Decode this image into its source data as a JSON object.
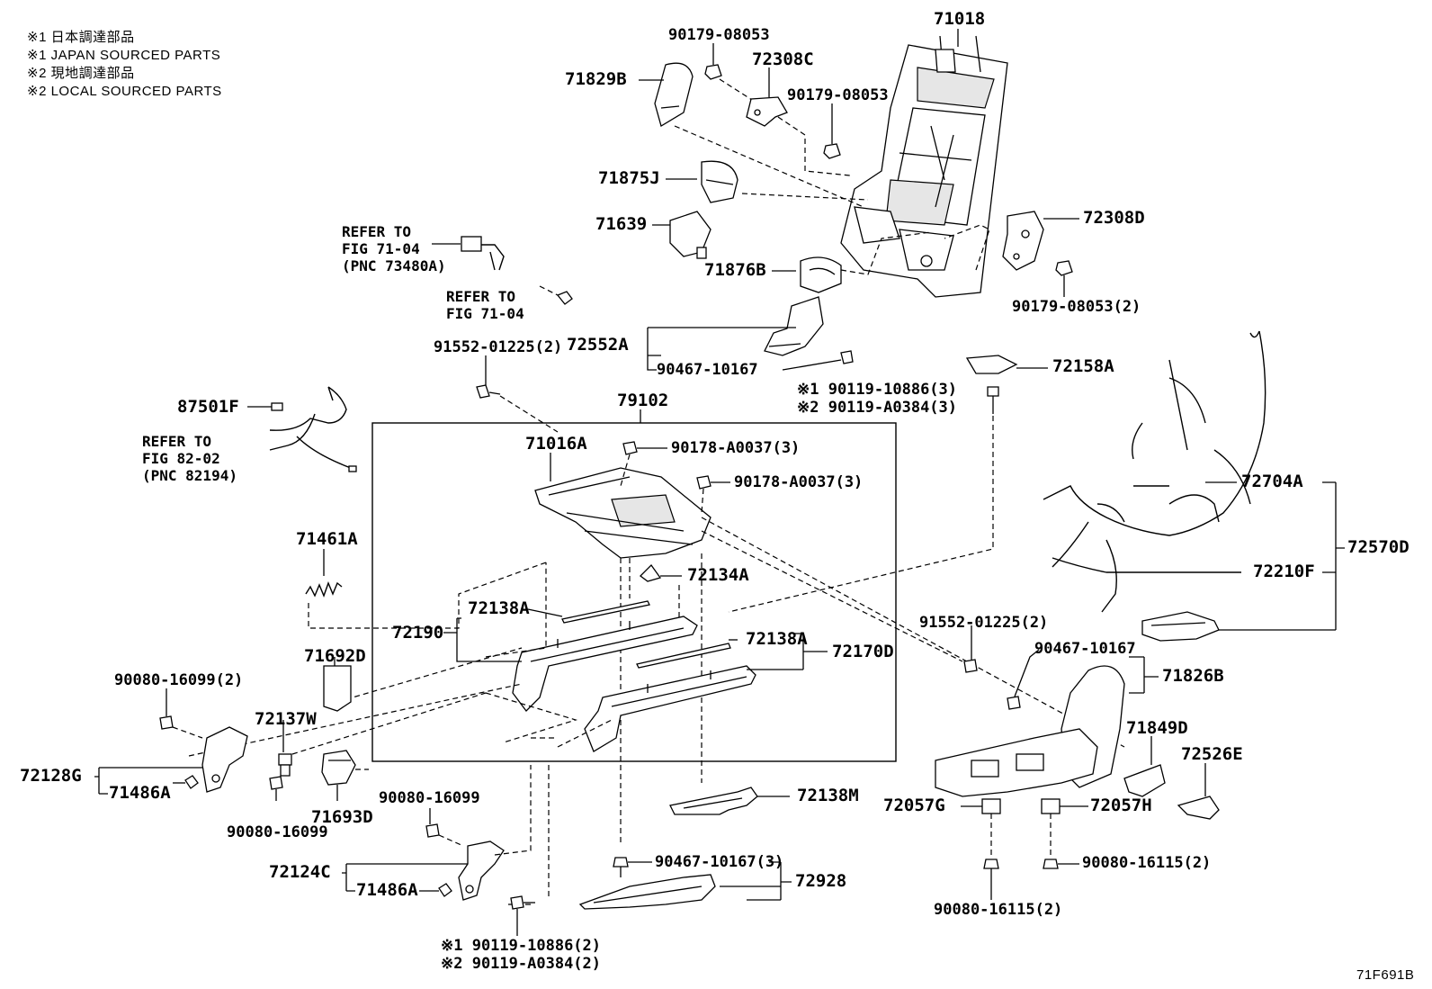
{
  "notes": {
    "line1": "※1 日本調達部品",
    "line2": "※1 JAPAN SOURCED PARTS",
    "line3": "※2 現地調達部品",
    "line4": "※2 LOCAL SOURCED PARTS"
  },
  "refs": {
    "fig7104_pnc": "REFER TO\nFIG 71-04\n(PNC 73480A)",
    "fig7104": "REFER TO\nFIG 71-04",
    "fig8202_pnc": "REFER TO\nFIG 82-02\n(PNC 82194)"
  },
  "parts": {
    "p71018": "71018",
    "p90179_08053_a": "90179-08053",
    "p72308C": "72308C",
    "p71829B": "71829B",
    "p90179_08053_b": "90179-08053",
    "p71875J": "71875J",
    "p71639": "71639",
    "p71876B": "71876B",
    "p72308D": "72308D",
    "p90179_08053_2": "90179-08053(2)",
    "p72552A": "72552A",
    "p91552_01225_2a": "91552-01225(2)",
    "p90467_10167_a": "90467-10167",
    "p72158A": "72158A",
    "p90119_10886_3": "※1 90119-10886(3)",
    "p90119_A0384_3": "※2 90119-A0384(3)",
    "p87501F": "87501F",
    "p79102": "79102",
    "p71016A": "71016A",
    "p90178_A0037_3a": "90178-A0037(3)",
    "p90178_A0037_3b": "90178-A0037(3)",
    "p72704A": "72704A",
    "p72570D": "72570D",
    "p72210F": "72210F",
    "p71461A": "71461A",
    "p72134A": "72134A",
    "p72138A_a": "72138A",
    "p72190": "72190",
    "p72138A_b": "72138A",
    "p72170D": "72170D",
    "p71692D": "71692D",
    "p91552_01225_2b": "91552-01225(2)",
    "p90467_10167_b": "90467-10167",
    "p71826B": "71826B",
    "p90080_16099_2": "90080-16099(2)",
    "p72137W": "72137W",
    "p71849D": "71849D",
    "p72526E": "72526E",
    "p72128G": "72128G",
    "p71486A_a": "71486A",
    "p90080_16099_a": "90080-16099",
    "p71693D": "71693D",
    "p72138M": "72138M",
    "p72057G": "72057G",
    "p72057H": "72057H",
    "p90080_16099_b": "90080-16099",
    "p90467_10167_3": "90467-10167(3)",
    "p72928": "72928",
    "p90080_16115_2a": "90080-16115(2)",
    "p72124C": "72124C",
    "p71486A_b": "71486A",
    "p90080_16115_2b": "90080-16115(2)",
    "p90119_10886_2": "※1 90119-10886(2)",
    "p90119_A0384_2": "※2 90119-A0384(2)"
  },
  "figure_code": "71F691B"
}
